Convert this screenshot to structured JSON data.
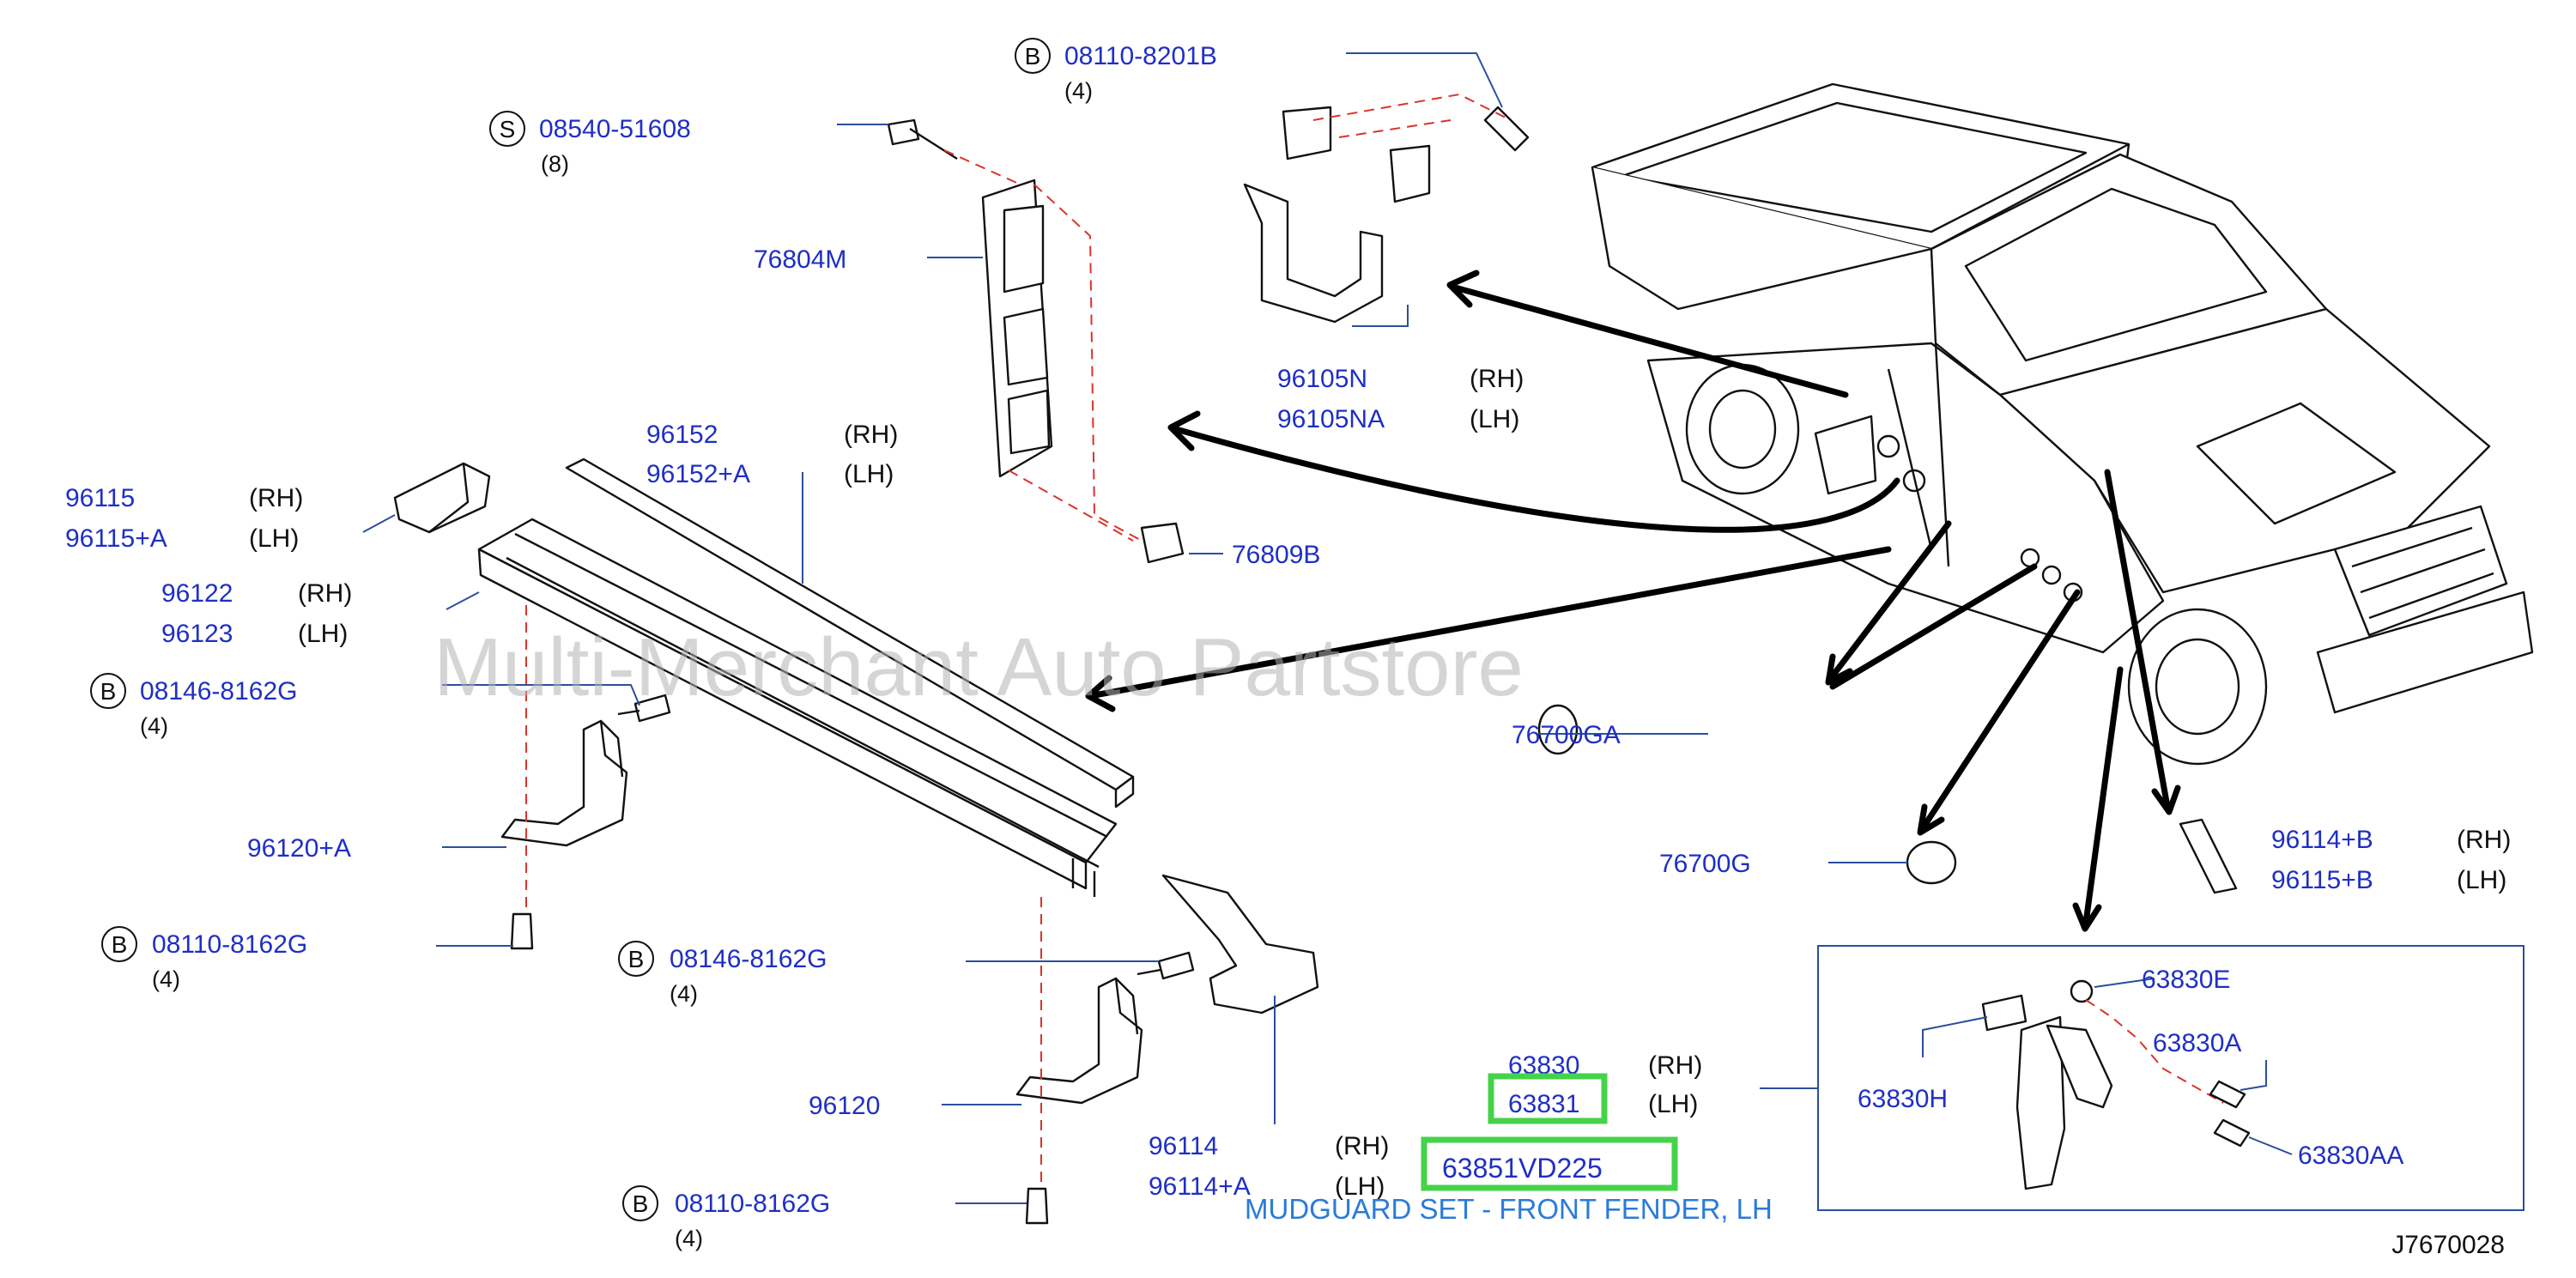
{
  "watermark": "Multi-Merchant Auto Partstore",
  "diagram_code": "J7670028",
  "mudguard_description": "MUDGUARD SET - FRONT FENDER, LH",
  "highlight_part": "63851VD225",
  "callouts": {
    "c08110_8201B": {
      "type": "B",
      "number": "08110-8201B",
      "qty": "(4)"
    },
    "c08540_51608": {
      "type": "S",
      "number": "08540-51608",
      "qty": "(8)"
    },
    "c76804M": {
      "number": "76804M"
    },
    "c96105N": {
      "number": "96105N",
      "side": "(RH)"
    },
    "c96105NA": {
      "number": "96105NA",
      "side": "(LH)"
    },
    "c96152": {
      "number": "96152",
      "side": "(RH)"
    },
    "c96152A": {
      "number": "96152+A",
      "side": "(LH)"
    },
    "c96115": {
      "number": "96115",
      "side": "(RH)"
    },
    "c96115A": {
      "number": "96115+A",
      "side": "(LH)"
    },
    "c76809B": {
      "number": "76809B"
    },
    "c96122": {
      "number": "96122",
      "side": "(RH)"
    },
    "c96123": {
      "number": "96123",
      "side": "(LH)"
    },
    "c08146_8162G_a": {
      "type": "B",
      "number": "08146-8162G",
      "qty": "(4)"
    },
    "c96120A": {
      "number": "96120+A"
    },
    "c08110_8162G_a": {
      "type": "B",
      "number": "08110-8162G",
      "qty": "(4)"
    },
    "c08146_8162G_b": {
      "type": "B",
      "number": "08146-8162G",
      "qty": "(4)"
    },
    "c96120": {
      "number": "96120"
    },
    "c08110_8162G_b": {
      "type": "B",
      "number": "08110-8162G",
      "qty": "(4)"
    },
    "c96114": {
      "number": "96114",
      "side": "(RH)"
    },
    "c96114A": {
      "number": "96114+A",
      "side": "(LH)"
    },
    "c76700GA": {
      "number": "76700GA"
    },
    "c76700G": {
      "number": "76700G"
    },
    "c96114B": {
      "number": "96114+B",
      "side": "(RH)"
    },
    "c96115B": {
      "number": "96115+B",
      "side": "(LH)"
    },
    "c63830": {
      "number": "63830",
      "side": "(RH)"
    },
    "c63831": {
      "number": "63831",
      "side": "(LH)"
    },
    "c63830E": {
      "number": "63830E"
    },
    "c63830A": {
      "number": "63830A"
    },
    "c63830H": {
      "number": "63830H"
    },
    "c63830AA": {
      "number": "63830AA"
    }
  },
  "colors": {
    "part_number": "#1f2fc4",
    "description": "#2a7bd8",
    "highlight": "#46d24a",
    "dash_line": "#d9342b",
    "leader": "#2b4f9e"
  }
}
